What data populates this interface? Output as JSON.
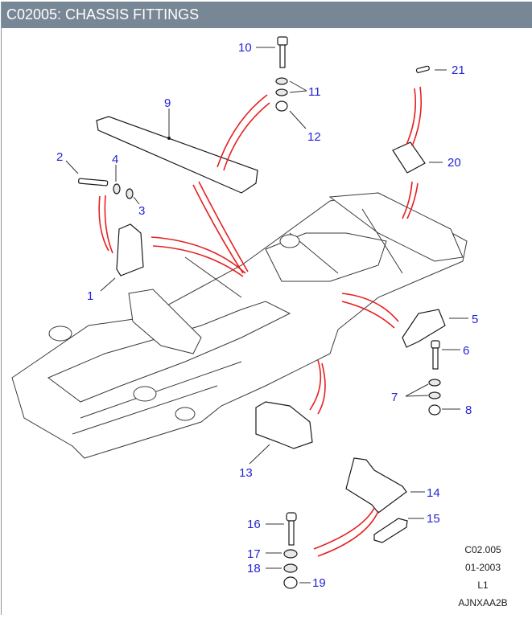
{
  "header": {
    "title": "C02005: CHASSIS FITTINGS"
  },
  "diagram": {
    "callouts": [
      "1",
      "2",
      "3",
      "4",
      "5",
      "6",
      "7",
      "8",
      "9",
      "10",
      "11",
      "12",
      "13",
      "14",
      "15",
      "16",
      "17",
      "18",
      "19",
      "20",
      "21"
    ]
  },
  "reference": {
    "code": "C02.005",
    "date": "01-2003",
    "level": "L1",
    "image_code": "AJNXAA2B"
  },
  "colors": {
    "header_bg": "#788795",
    "callout": "#2323d6",
    "connector": "#e82020"
  }
}
